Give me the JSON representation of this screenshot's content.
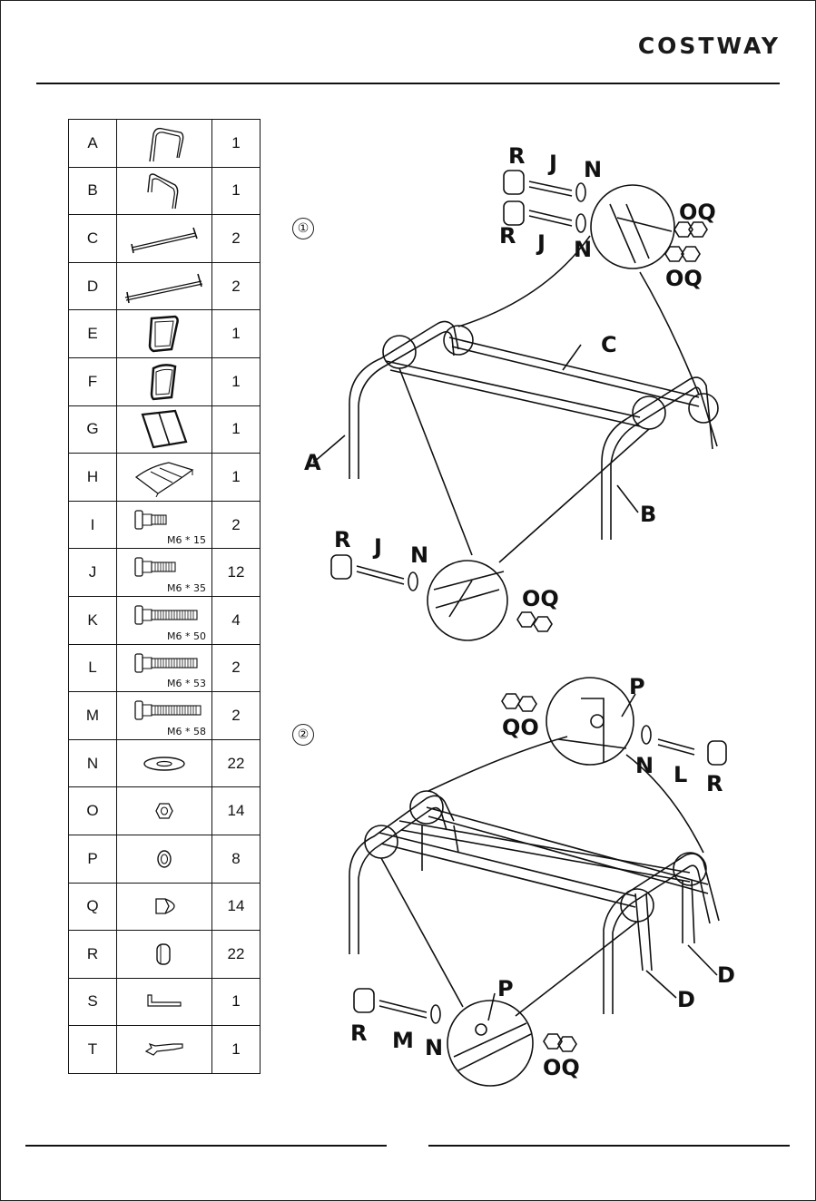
{
  "brand": "COSTWAY",
  "parts": [
    {
      "letter": "A",
      "qty": "1",
      "icon": "seat-frame-a"
    },
    {
      "letter": "B",
      "qty": "1",
      "icon": "seat-frame-b"
    },
    {
      "letter": "C",
      "qty": "2",
      "icon": "short-crossbar"
    },
    {
      "letter": "D",
      "qty": "2",
      "icon": "long-crossbar"
    },
    {
      "letter": "E",
      "qty": "1",
      "icon": "side-frame-e"
    },
    {
      "letter": "F",
      "qty": "1",
      "icon": "side-frame-f"
    },
    {
      "letter": "G",
      "qty": "1",
      "icon": "backrest-frame"
    },
    {
      "letter": "H",
      "qty": "1",
      "icon": "seat-cushion"
    },
    {
      "letter": "I",
      "qty": "2",
      "icon": "bolt",
      "size": "M6 * 15"
    },
    {
      "letter": "J",
      "qty": "12",
      "icon": "bolt",
      "size": "M6 * 35"
    },
    {
      "letter": "K",
      "qty": "4",
      "icon": "bolt",
      "size": "M6 * 50"
    },
    {
      "letter": "L",
      "qty": "2",
      "icon": "bolt",
      "size": "M6 * 53"
    },
    {
      "letter": "M",
      "qty": "2",
      "icon": "bolt",
      "size": "M6 * 58"
    },
    {
      "letter": "N",
      "qty": "22",
      "icon": "flat-washer"
    },
    {
      "letter": "O",
      "qty": "14",
      "icon": "hex-nut"
    },
    {
      "letter": "P",
      "qty": "8",
      "icon": "spacer-ring"
    },
    {
      "letter": "Q",
      "qty": "14",
      "icon": "cap-nut"
    },
    {
      "letter": "R",
      "qty": "22",
      "icon": "end-cap"
    },
    {
      "letter": "S",
      "qty": "1",
      "icon": "allen-key"
    },
    {
      "letter": "T",
      "qty": "1",
      "icon": "wrench"
    }
  ],
  "steps": [
    {
      "number": "①",
      "labels": {
        "r1": "R",
        "j1": "J",
        "n1": "N",
        "r2": "R",
        "j2": "J",
        "n2": "N",
        "oq1": "OQ",
        "oq2": "OQ",
        "c": "C",
        "a": "A",
        "b": "B",
        "r3": "R",
        "j3": "J",
        "n3": "N",
        "oq3": "OQ"
      }
    },
    {
      "number": "②",
      "labels": {
        "p1": "P",
        "qo": "QO",
        "n1": "N",
        "l": "L",
        "r1": "R",
        "d1": "D",
        "d2": "D",
        "p2": "P",
        "r2": "R",
        "m": "M",
        "n2": "N",
        "oq": "OQ"
      }
    }
  ]
}
